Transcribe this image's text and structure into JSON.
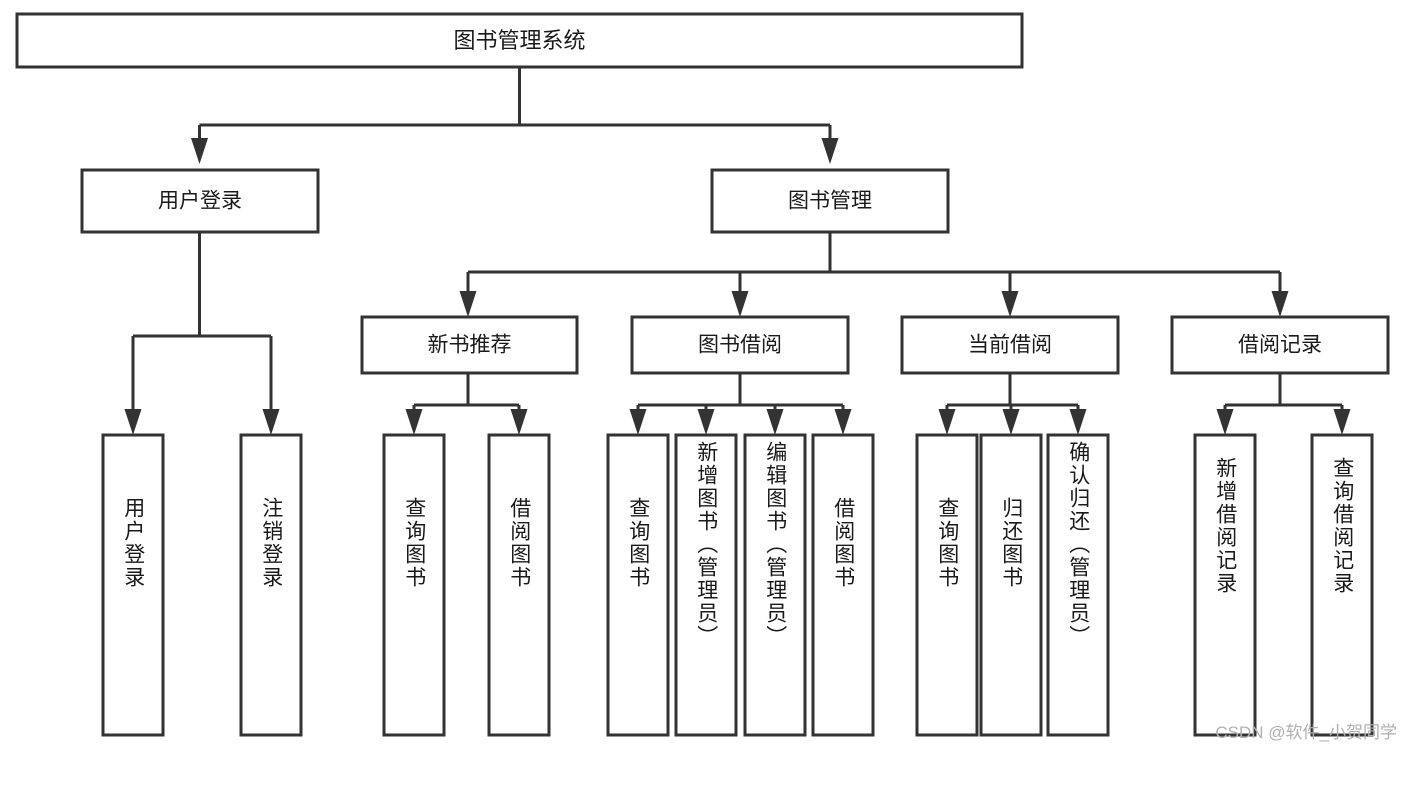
{
  "diagram": {
    "type": "tree-hierarchy-chart",
    "title_node": {
      "label": "图书管理系统"
    },
    "level2": [
      {
        "id": "user-login",
        "label": "用户登录"
      },
      {
        "id": "book-manage",
        "label": "图书管理"
      }
    ],
    "level3": [
      {
        "id": "new-book-recommend",
        "label": "新书推荐"
      },
      {
        "id": "book-borrow",
        "label": "图书借阅"
      },
      {
        "id": "current-borrow",
        "label": "当前借阅"
      },
      {
        "id": "borrow-record",
        "label": "借阅记录"
      }
    ],
    "leaves": {
      "user-login": [
        {
          "id": "leaf-user-login",
          "label": "用户登录"
        },
        {
          "id": "leaf-logout",
          "label": "注销登录"
        }
      ],
      "new-book-recommend": [
        {
          "id": "leaf-query-book-1",
          "label": "查询图书"
        },
        {
          "id": "leaf-borrow-book-1",
          "label": "借阅图书"
        }
      ],
      "book-borrow": [
        {
          "id": "leaf-query-book-2",
          "label": "查询图书"
        },
        {
          "id": "leaf-add-book",
          "label": "新增图书（管理员）"
        },
        {
          "id": "leaf-edit-book",
          "label": "编辑图书（管理员）"
        },
        {
          "id": "leaf-borrow-book-2",
          "label": "借阅图书"
        }
      ],
      "current-borrow": [
        {
          "id": "leaf-query-book-3",
          "label": "查询图书"
        },
        {
          "id": "leaf-return-book",
          "label": "归还图书"
        },
        {
          "id": "leaf-confirm-return",
          "label": "确认归还（管理员）"
        }
      ],
      "borrow-record": [
        {
          "id": "leaf-add-record",
          "label": "新增借阅记录"
        },
        {
          "id": "leaf-query-record",
          "label": "查询借阅记录"
        }
      ]
    }
  },
  "watermark": {
    "text": "CSDN @软件_小贺同学"
  },
  "colors": {
    "box_stroke": "#333333",
    "box_fill": "#ffffff",
    "text": "#1a1a1a",
    "background": "#ffffff",
    "watermark_text": "#b0b0b0"
  }
}
